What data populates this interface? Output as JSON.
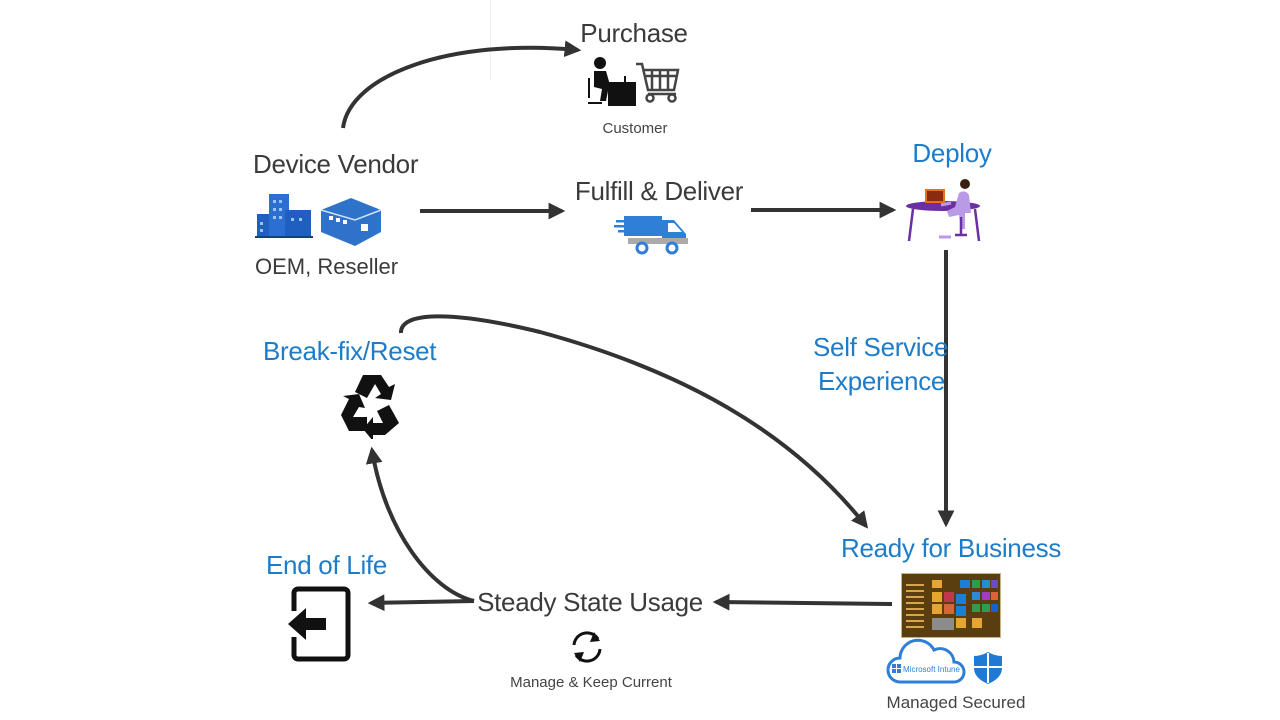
{
  "diagram": {
    "nodes": {
      "purchase": {
        "title": "Purchase",
        "caption": "Customer",
        "icons": [
          "person-at-desk-icon",
          "shopping-cart-icon"
        ]
      },
      "device_vendor": {
        "title": "Device Vendor",
        "caption": "OEM, Reseller",
        "icons": [
          "office-building-icon",
          "warehouse-icon"
        ]
      },
      "fulfill": {
        "title": "Fulfill & Deliver",
        "icons": [
          "delivery-truck-icon"
        ]
      },
      "deploy": {
        "title": "Deploy",
        "icons": [
          "person-at-laptop-icon"
        ]
      },
      "self_service": {
        "title_line1": "Self Service",
        "title_line2": "Experience"
      },
      "ready": {
        "title": "Ready for Business",
        "caption": "Managed Secured",
        "intune_label": "Microsoft Intune",
        "icons": [
          "windows-start-menu-icon",
          "intune-cloud-icon",
          "defender-shield-icon"
        ]
      },
      "steady": {
        "title": "Steady State Usage",
        "caption": "Manage & Keep Current",
        "icons": [
          "sync-icon"
        ]
      },
      "end_of_life": {
        "title": "End of Life",
        "icons": [
          "exit-door-icon"
        ]
      },
      "break_fix": {
        "title": "Break-fix/Reset",
        "icons": [
          "recycle-icon"
        ]
      }
    },
    "edges": [
      {
        "from": "device_vendor",
        "to": "purchase"
      },
      {
        "from": "device_vendor",
        "to": "fulfill"
      },
      {
        "from": "fulfill",
        "to": "deploy"
      },
      {
        "from": "deploy",
        "to": "ready",
        "label": "Self Service Experience"
      },
      {
        "from": "ready",
        "to": "steady"
      },
      {
        "from": "steady",
        "to": "end_of_life"
      },
      {
        "from": "steady",
        "to": "break_fix"
      },
      {
        "from": "break_fix",
        "to": "ready"
      }
    ],
    "colors": {
      "accent_blue": "#1e7cc8",
      "arrow": "#333333",
      "text": "#3b3b3b",
      "icon_blue": "#2f7fd6",
      "purple": "#6a2fa0"
    }
  }
}
